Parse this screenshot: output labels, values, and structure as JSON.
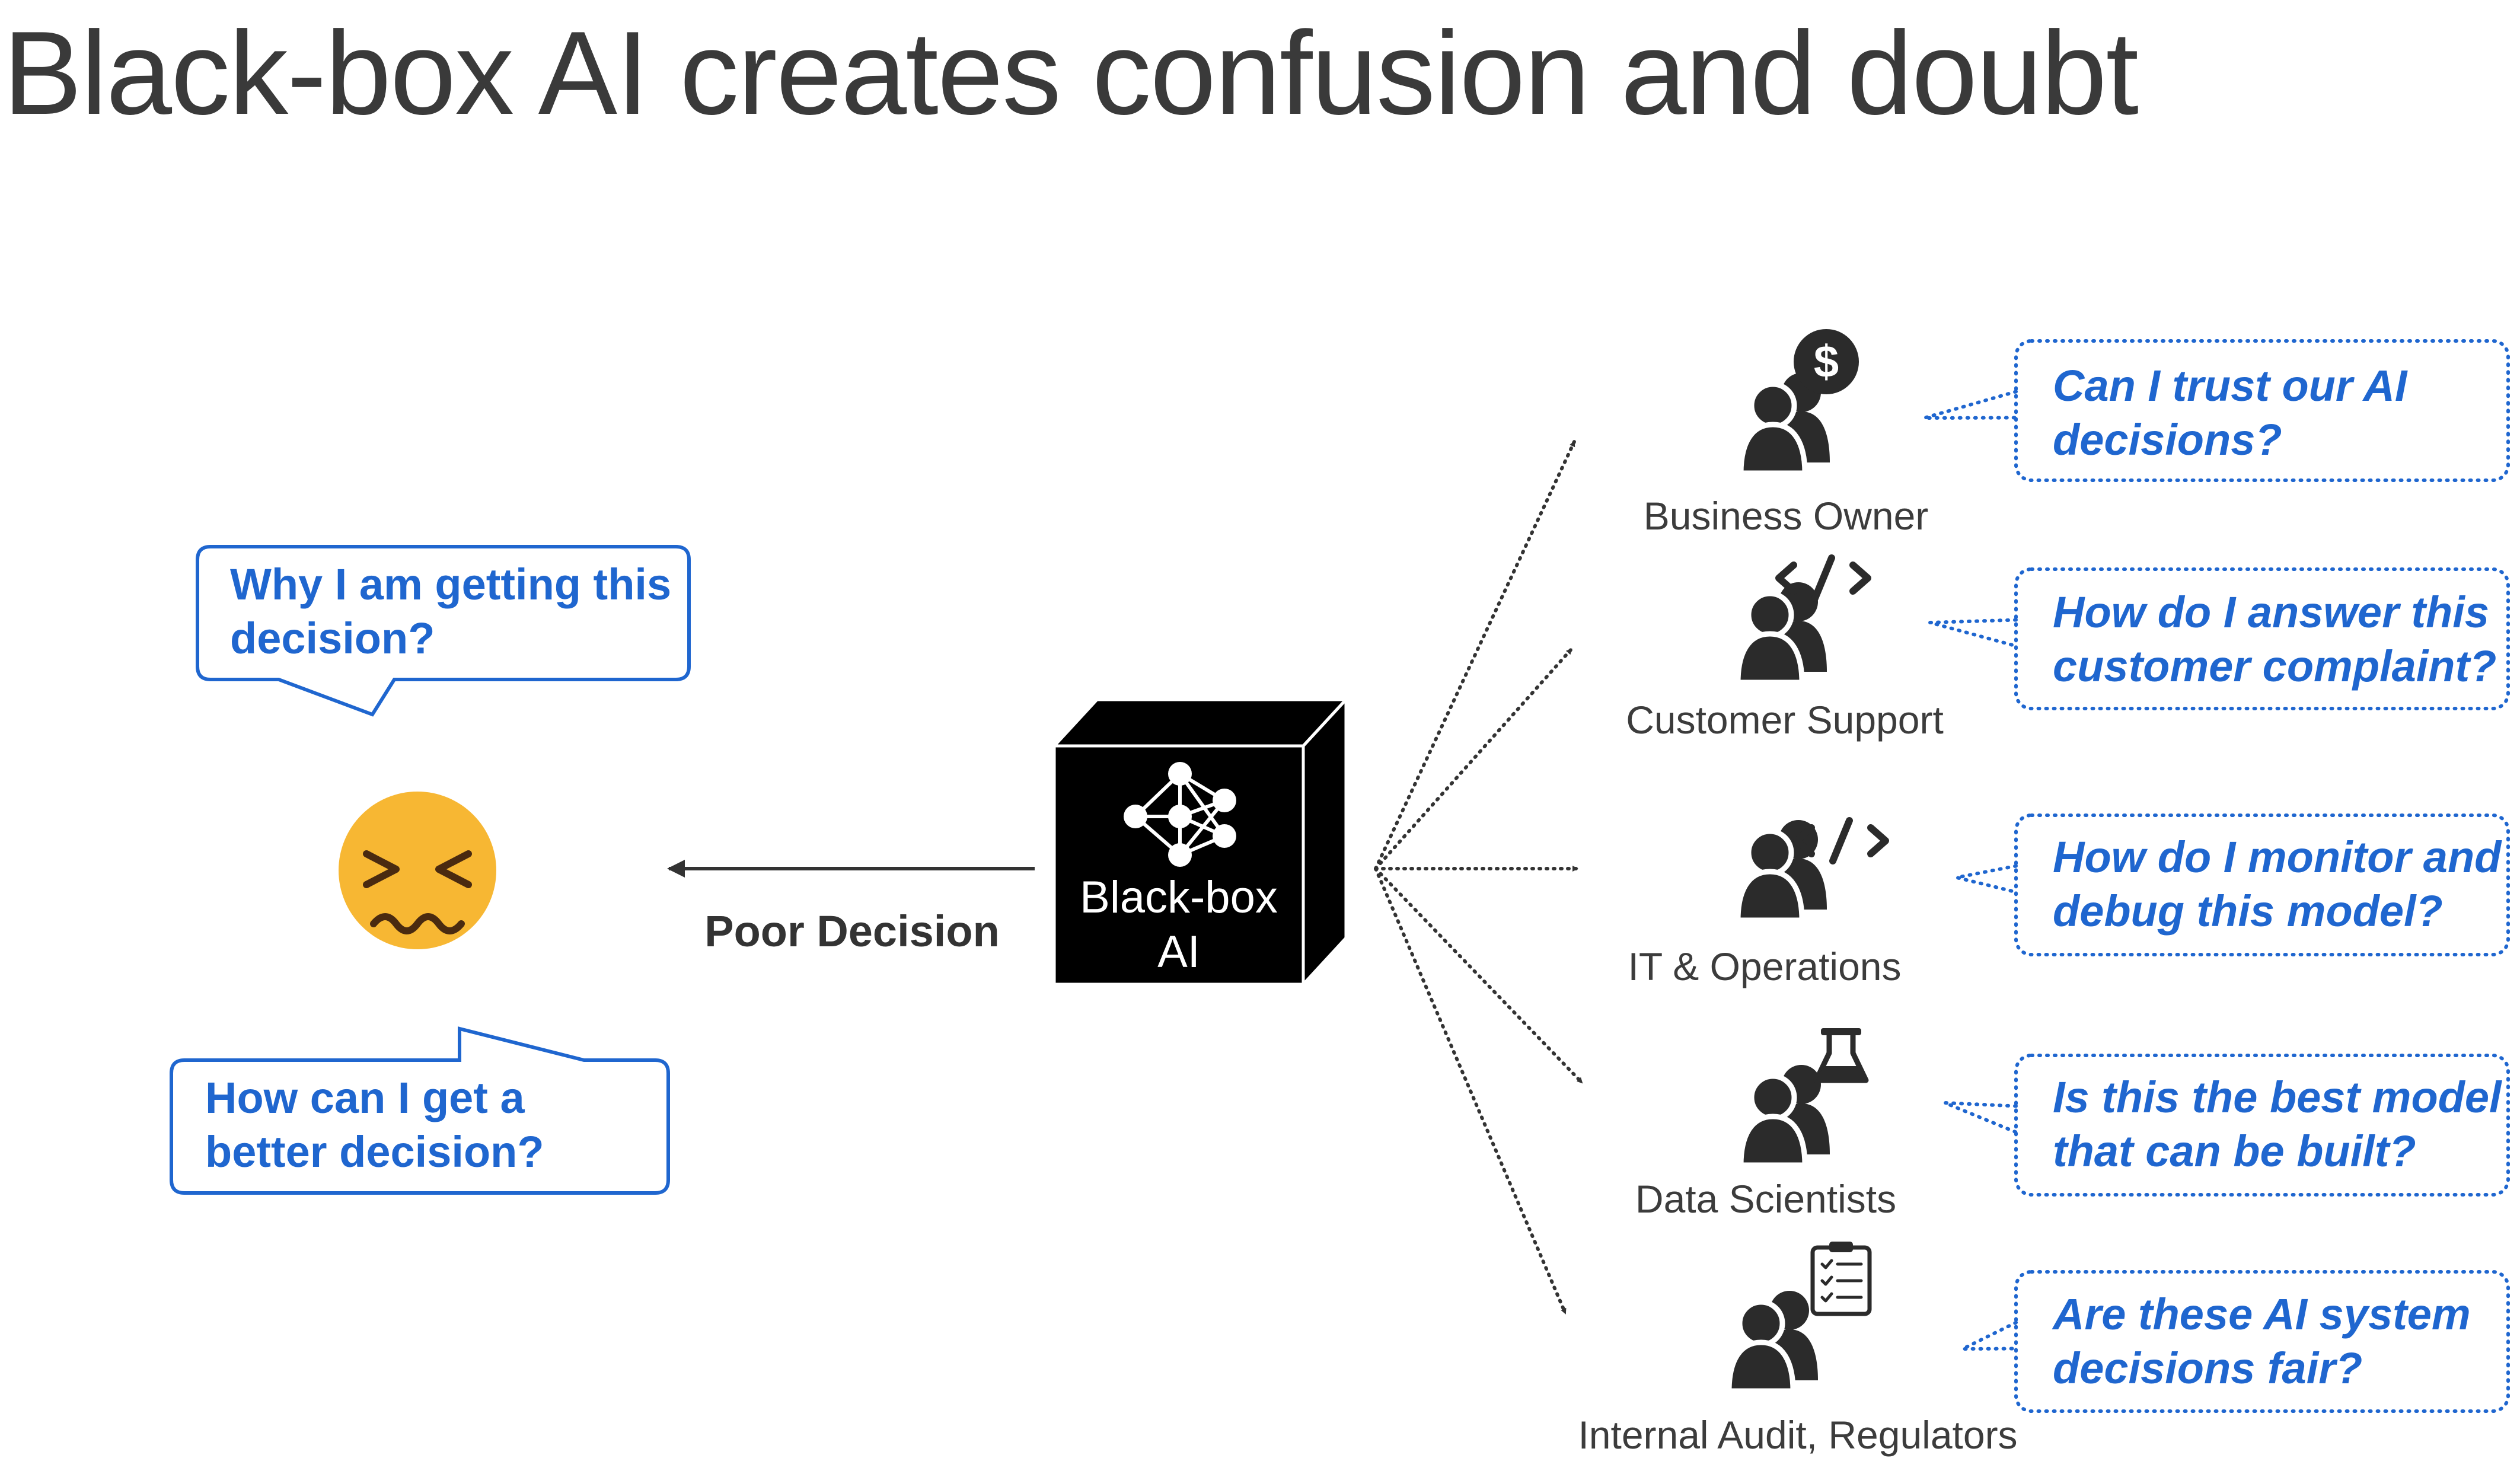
{
  "title": "Black-box AI creates confusion and doubt",
  "colors": {
    "accent": "#1f66cf",
    "text": "#3a3a3a",
    "box": "#000000",
    "icon": "#2b2b2b"
  },
  "user": {
    "icon": "confounded-face-icon",
    "question_top": [
      "Why I am getting this",
      "decision?"
    ],
    "question_bottom": [
      "How can I get a",
      "better decision?"
    ]
  },
  "arrow_label": "Poor Decision",
  "blackbox": {
    "icon": "neural-network-icon",
    "label": [
      "Black-box",
      "AI"
    ]
  },
  "stakeholders": [
    {
      "role": "Business Owner",
      "icon": "dollar-icon",
      "question": [
        "Can I trust our AI",
        "decisions?"
      ]
    },
    {
      "role": "Customer Support",
      "icon": "code-icon",
      "question": [
        "How do I answer this",
        "customer complaint?"
      ]
    },
    {
      "role": "IT & Operations",
      "icon": "code-icon",
      "question": [
        "How do I monitor and",
        "debug this model?"
      ]
    },
    {
      "role": "Data Scientists",
      "icon": "flask-icon",
      "question": [
        "Is this the best model",
        "that can be built?"
      ]
    },
    {
      "role": "Internal Audit, Regulators",
      "icon": "clipboard-icon",
      "question": [
        "Are these AI system",
        "decisions fair?"
      ]
    }
  ]
}
